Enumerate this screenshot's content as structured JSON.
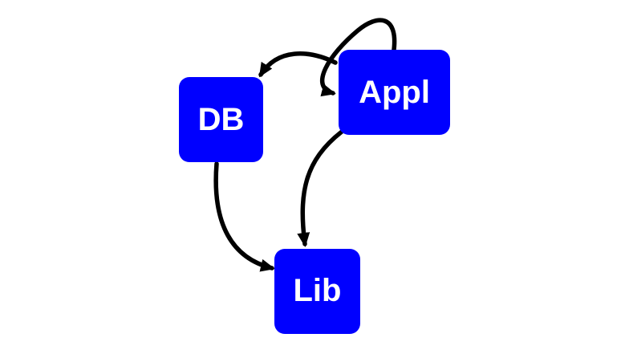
{
  "colors": {
    "node_fill": "#0000ff",
    "node_text": "#ffffff",
    "edge": "#000000",
    "background": "#ffffff"
  },
  "nodes": [
    {
      "id": "db",
      "label": "DB"
    },
    {
      "id": "appl",
      "label": "Appl"
    },
    {
      "id": "lib",
      "label": "Lib"
    }
  ],
  "edges": [
    {
      "from": "appl",
      "to": "db"
    },
    {
      "from": "appl",
      "to": "appl"
    },
    {
      "from": "appl",
      "to": "lib"
    },
    {
      "from": "db",
      "to": "lib"
    }
  ]
}
